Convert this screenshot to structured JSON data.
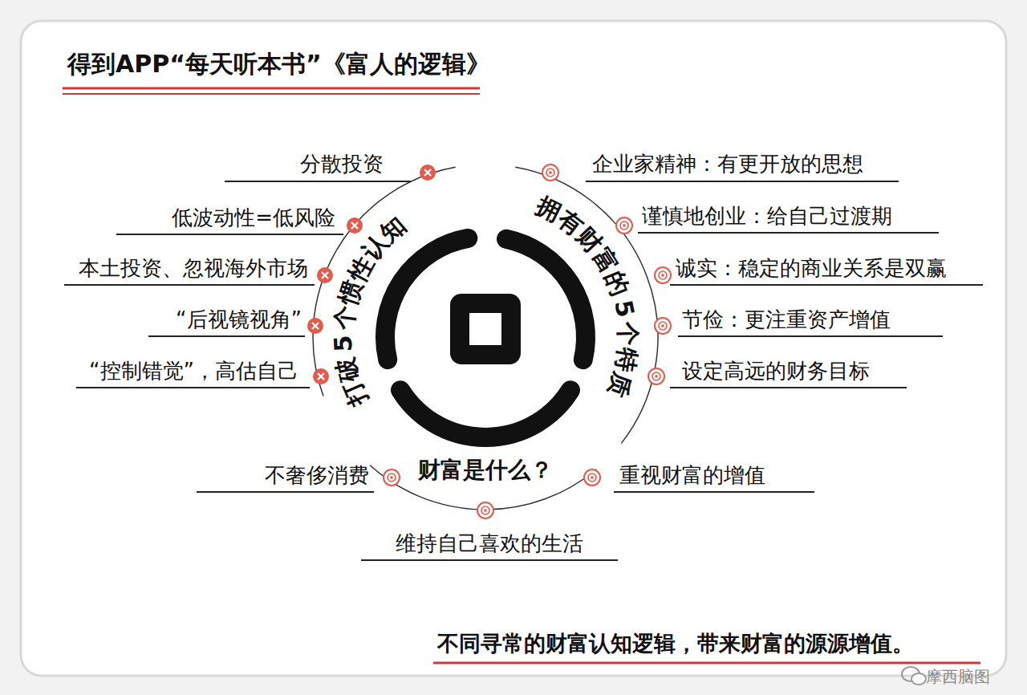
{
  "diagram": {
    "title": "得到APP“每天听本书”《富人的逻辑》",
    "caption": "不同寻常的财富认知逻辑，带来财富的源源增值。",
    "labels": [
      "打破5个惯性认知",
      "拥有财富的5个特质",
      "财富是什么？",
      "分散投资",
      "低波动性=低风险",
      "本土投资、忽视海外市场",
      "“后视镜视角”",
      "“控制错觉”，高估自己",
      "企业家精神：有更开放的思想",
      "谨慎地创业：给自己过渡期",
      "诚实：稳定的商业关系是双赢",
      "节俭：更注重资产增值",
      "设定高远的财务目标",
      "不奢侈消费",
      "维持自己喜欢的生活",
      "重视财富的增值",
      "摩西脑图"
    ]
  }
}
